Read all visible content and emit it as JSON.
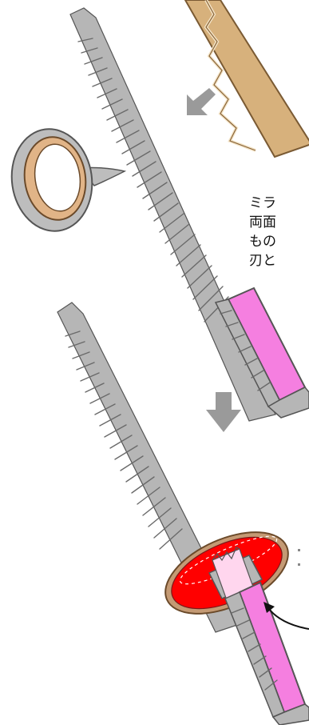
{
  "caption": {
    "line1": "ミラ",
    "line2": "両面",
    "line3": "もの",
    "line4": "刃と"
  },
  "icons": [
    "cardboard-strip",
    "tape-roll",
    "arrow-down-left",
    "arrow-down",
    "curved-arrow"
  ],
  "colors": {
    "blade_gray": "#b6b6b6",
    "blade_outline": "#555555",
    "tsuba_red": "#ff0000",
    "tsuba_rim": "#c49a74",
    "handle_pink": "#f57fe0",
    "cardboard": "#d7b17c",
    "tape_core": "#e1b487",
    "arrow_gray": "#9a9a9a"
  }
}
